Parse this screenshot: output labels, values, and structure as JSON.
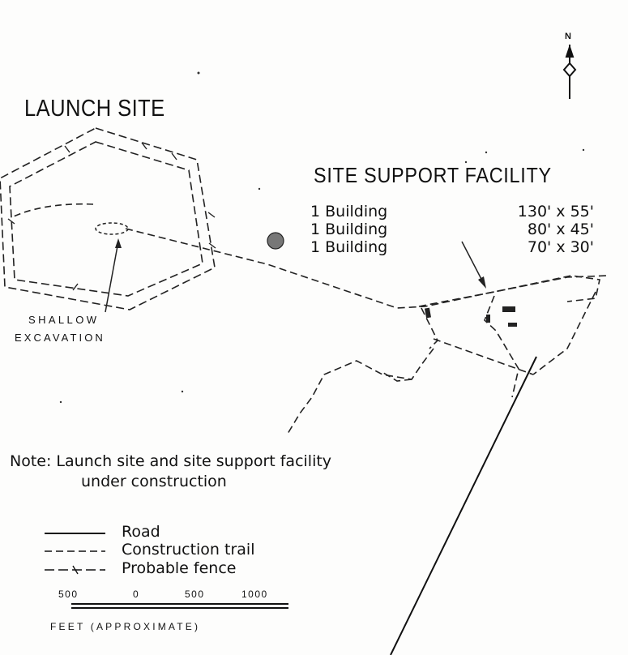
{
  "map": {
    "launch_site_title": "LAUNCH SITE",
    "site_support_title": "SITE SUPPORT FACILITY",
    "buildings": [
      {
        "label": "1 Building",
        "dims": "130' x 55'"
      },
      {
        "label": "1 Building",
        "dims": "80' x 45'"
      },
      {
        "label": "1 Building",
        "dims": "70' x 30'"
      }
    ],
    "excavation_line1": "SHALLOW",
    "excavation_line2": "EXCAVATION",
    "note_line1": "Note:  Launch site and site support facility",
    "note_line2": "under construction",
    "north_label": "N"
  },
  "legend": {
    "items": [
      {
        "label": "Road",
        "style": "solid"
      },
      {
        "label": "Construction trail",
        "style": "dashed"
      },
      {
        "label": "Probable fence",
        "style": "fence"
      }
    ]
  },
  "scale": {
    "ticks": [
      "500",
      "0",
      "500",
      "1000"
    ],
    "units": "FEET (APPROXIMATE)"
  }
}
